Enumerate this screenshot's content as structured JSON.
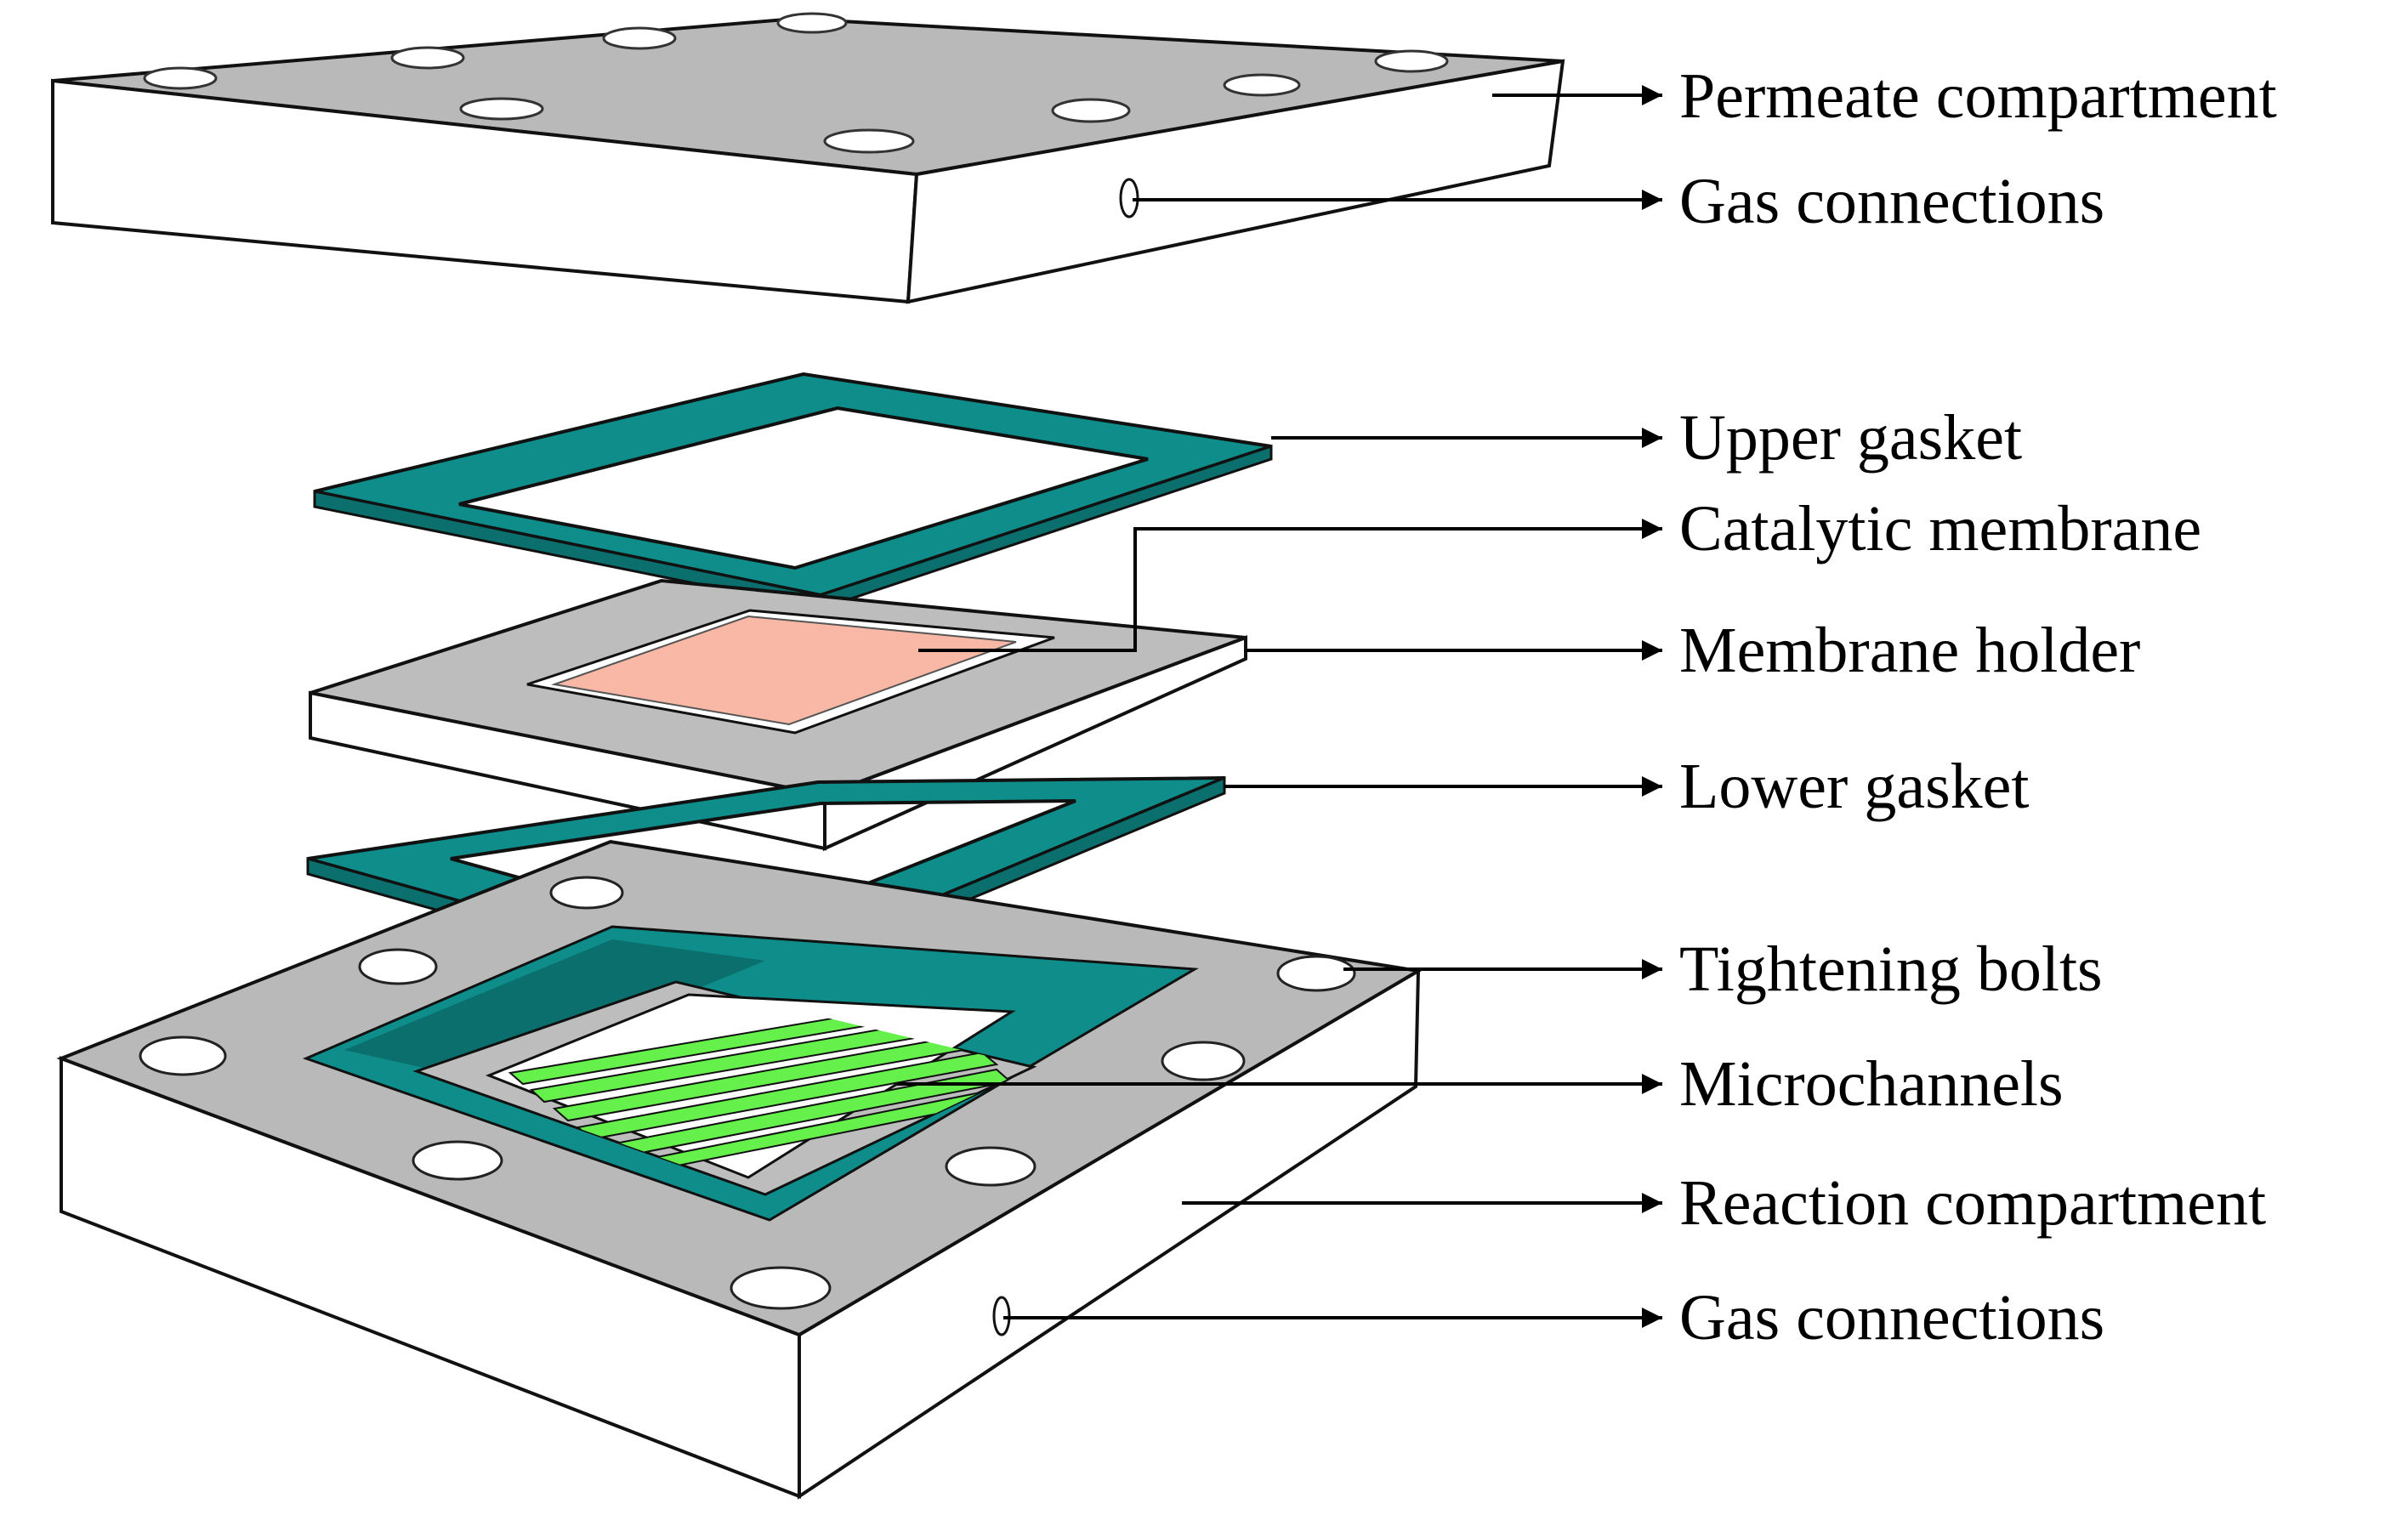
{
  "labels": {
    "permeate_compartment": "Permeate compartment",
    "gas_connections_top": "Gas connections",
    "upper_gasket": "Upper gasket",
    "catalytic_membrane": "Catalytic membrane",
    "membrane_holder": "Membrane holder",
    "lower_gasket": "Lower gasket",
    "tightening_bolts": "Tightening bolts",
    "microchannels": "Microchannels",
    "reaction_compartment": "Reaction compartment",
    "gas_connections_bottom": "Gas connections"
  },
  "colors": {
    "plate_top": "#b9b9b9",
    "plate_side": "#ffffff",
    "gasket": "#0e8d8a",
    "gasket_dark": "#0a6f6d",
    "membrane": "#f8b8a5",
    "microchannel": "#66f04c",
    "outline": "#111111"
  }
}
